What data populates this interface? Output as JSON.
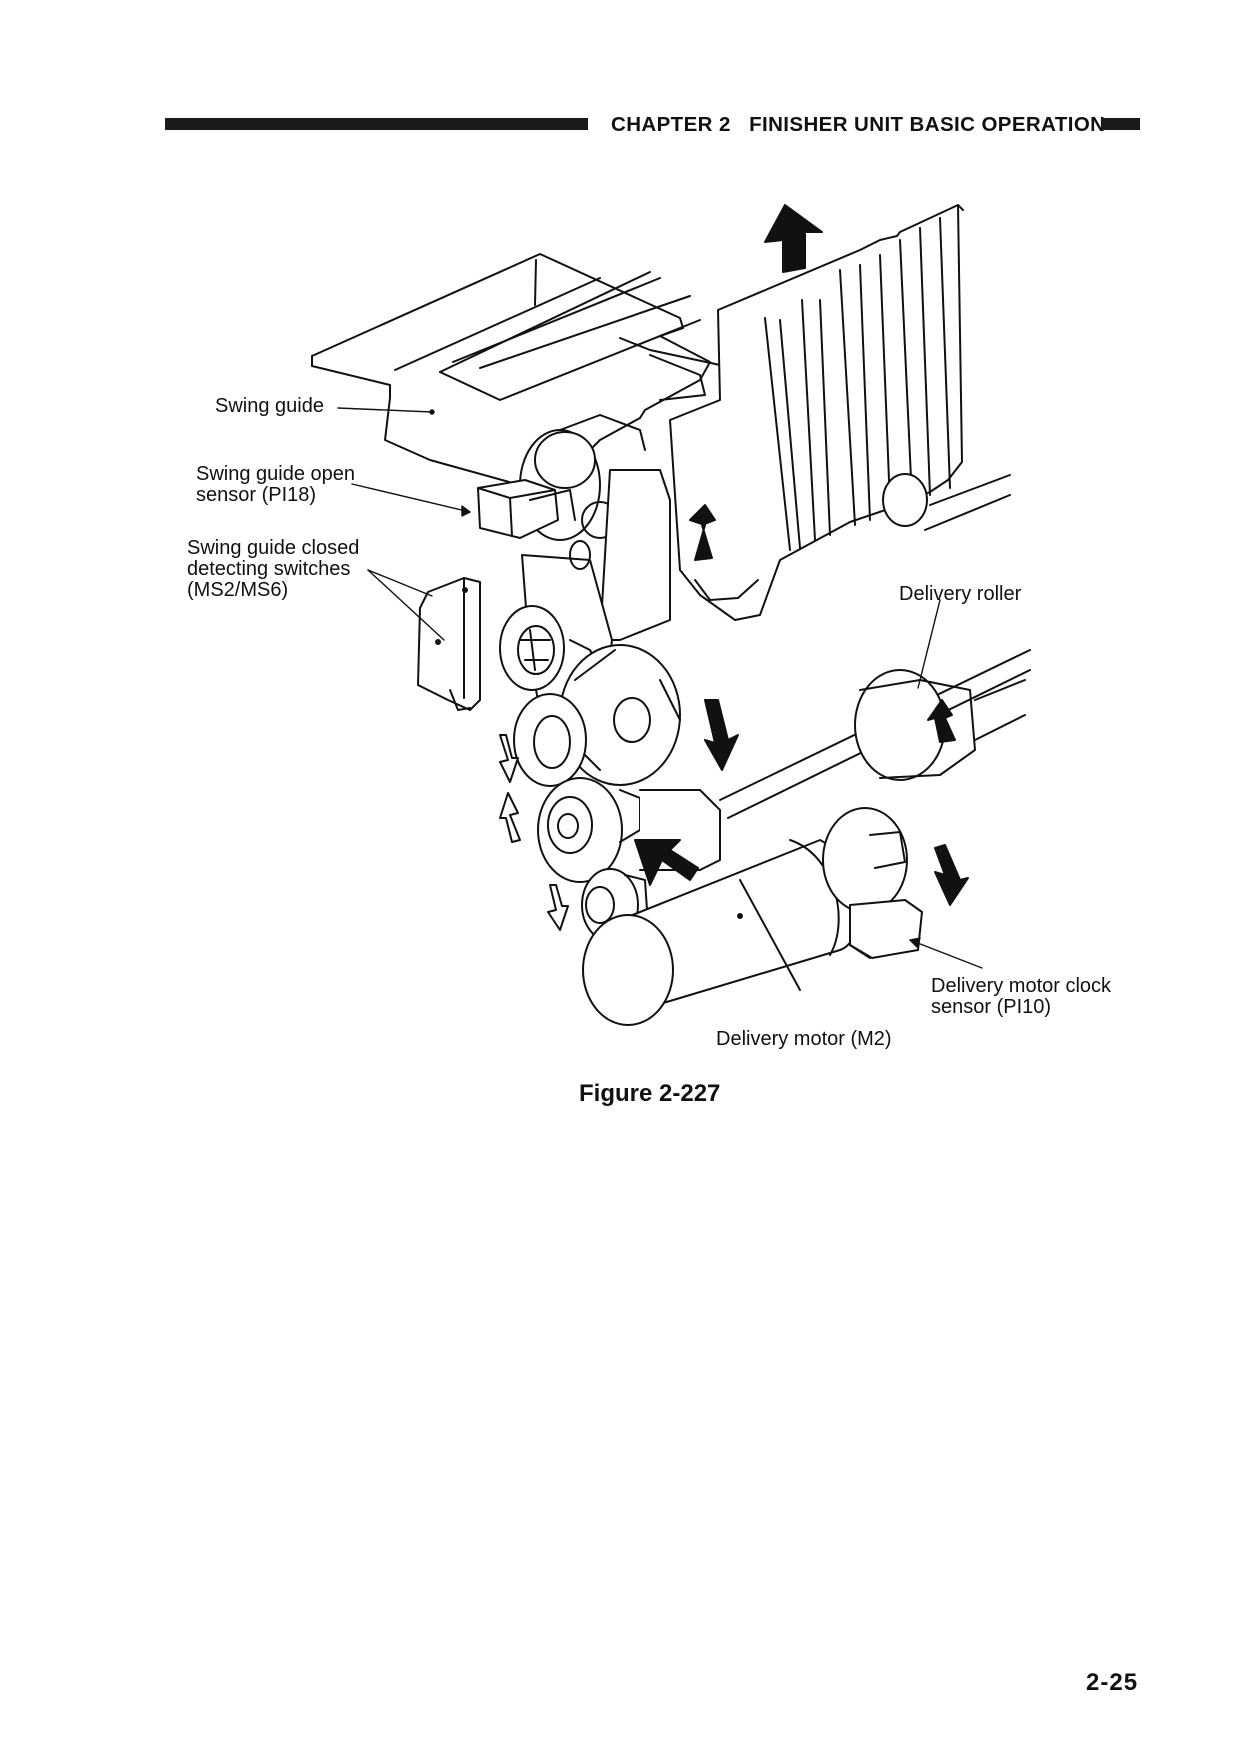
{
  "header": {
    "chapter": "CHAPTER 2   FINISHER UNIT BASIC OPERATION"
  },
  "figure": {
    "labels": {
      "swing_guide": "Swing guide",
      "open_sensor_1": "Swing guide open",
      "open_sensor_2": "sensor (PI18)",
      "closed_switch_1": "Swing guide closed",
      "closed_switch_2": "detecting switches",
      "closed_switch_3": "(MS2/MS6)",
      "delivery_roller": "Delivery roller",
      "clock_sensor_1": "Delivery motor clock",
      "clock_sensor_2": "sensor (PI10)",
      "delivery_motor": "Delivery motor (M2)"
    },
    "caption": "Figure 2-227"
  },
  "footer": {
    "page_number": "2-25"
  }
}
